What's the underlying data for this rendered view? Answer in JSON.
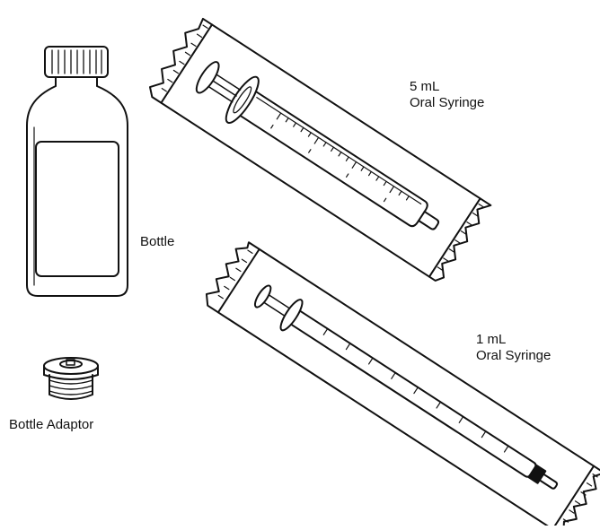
{
  "labels": {
    "bottle": "Bottle",
    "bottle_adaptor": "Bottle Adaptor",
    "syringe_5ml_volume": "5 mL",
    "syringe_5ml_name": "Oral Syringe",
    "syringe_1ml_volume": "1 mL",
    "syringe_1ml_name": "Oral Syringe"
  },
  "colors": {
    "ink": "#111111",
    "background": "#ffffff"
  }
}
